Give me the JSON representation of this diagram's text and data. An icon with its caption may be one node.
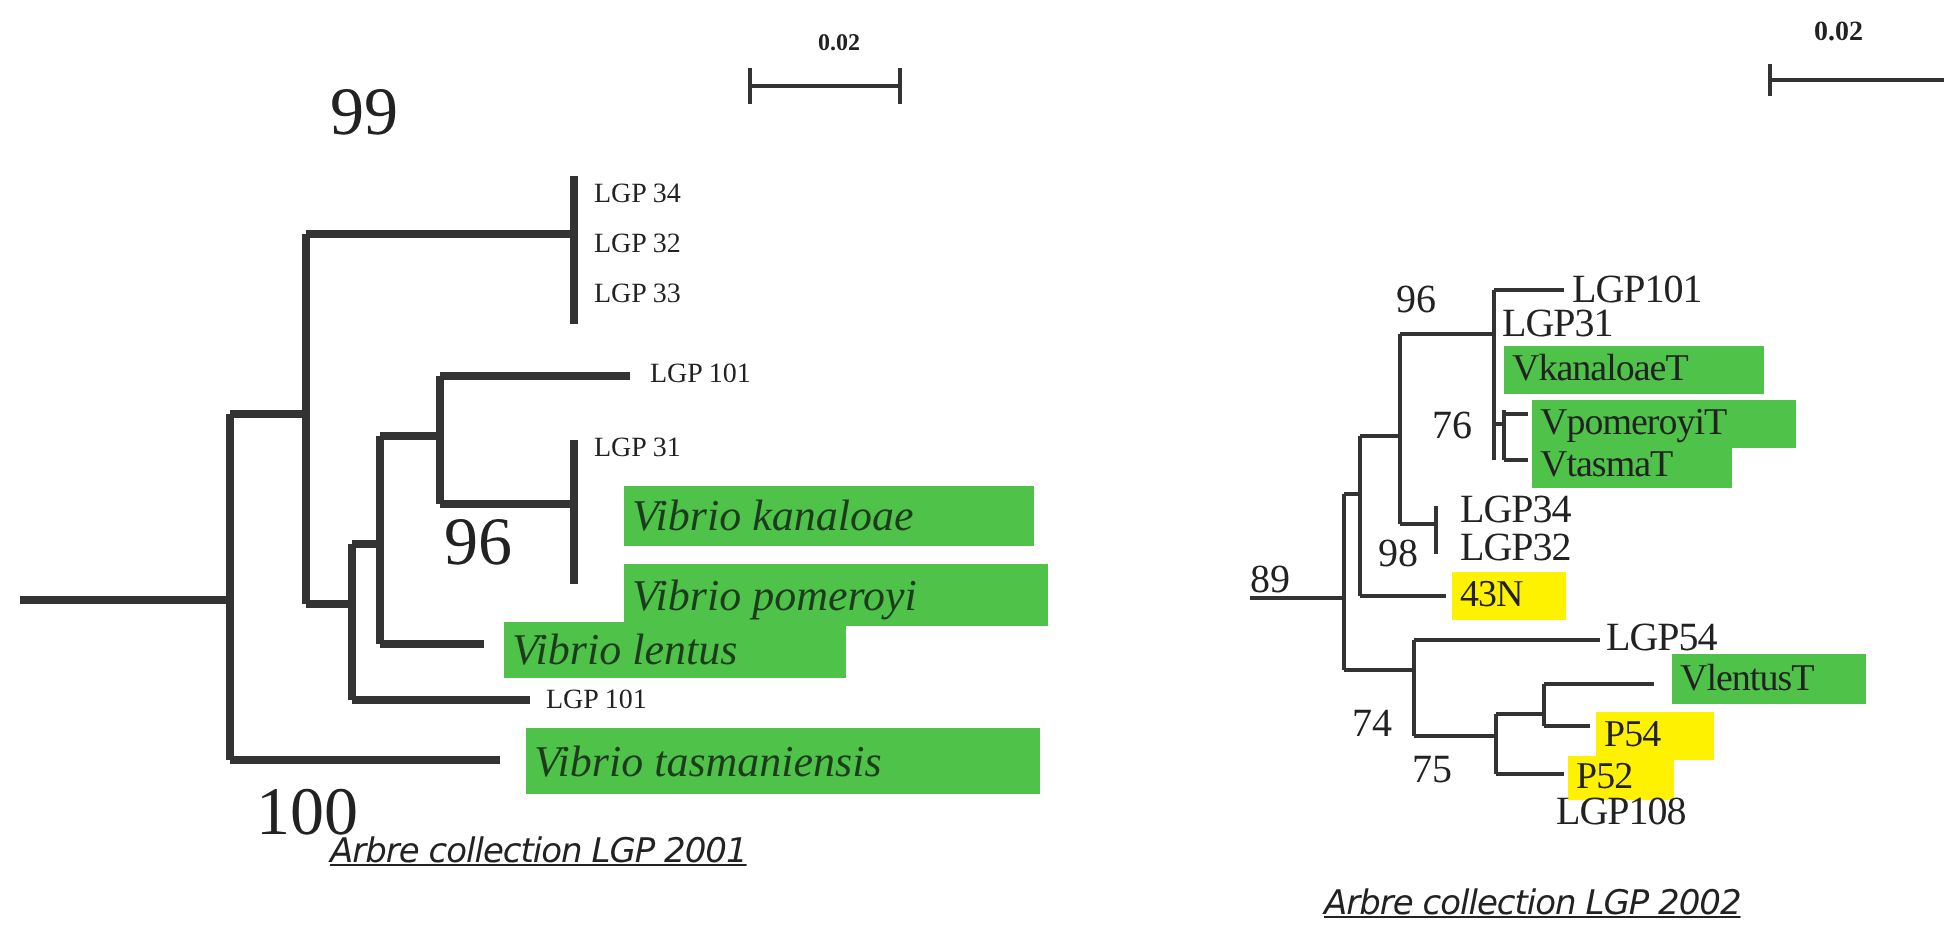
{
  "diagram": {
    "nodes": [
      {
        "text": [
          "LGP 34"
        ]
      },
      {
        "text": [
          "LGP 32"
        ]
      },
      {
        "text": [
          "LGP 33"
        ]
      },
      {
        "text": [
          "LGP 101"
        ]
      },
      {
        "text": [
          "LGP 31"
        ]
      },
      {
        "text": [
          "Vibrio kanaloae"
        ]
      },
      {
        "text": [
          "Vibrio pomeroyi"
        ]
      },
      {
        "text": [
          "Vibrio lentus"
        ]
      },
      {
        "text": [
          "LGP 101"
        ]
      },
      {
        "text": [
          "Vibrio tasmaniensis"
        ]
      },
      {
        "text": [
          "LGP101"
        ]
      },
      {
        "text": [
          "LGP31"
        ]
      },
      {
        "text": [
          "VkanaloaeT"
        ]
      },
      {
        "text": [
          "VpomeroyiT"
        ]
      },
      {
        "text": [
          "VtasmaT"
        ]
      },
      {
        "text": [
          "LGP34"
        ]
      },
      {
        "text": [
          "LGP32"
        ]
      },
      {
        "text": [
          "43N"
        ]
      },
      {
        "text": [
          "LGP54"
        ]
      },
      {
        "text": [
          "VlentusT"
        ]
      },
      {
        "text": [
          "P54"
        ]
      },
      {
        "text": [
          "P52"
        ]
      },
      {
        "text": [
          "LGP108"
        ]
      }
    ],
    "labels": [
      "0.02",
      "99",
      "96",
      "100",
      "Arbre collection LGP 2001",
      "0.02",
      "96",
      "76",
      "98",
      "89",
      "74",
      "75",
      "Arbre collection LGP 2002"
    ]
  }
}
